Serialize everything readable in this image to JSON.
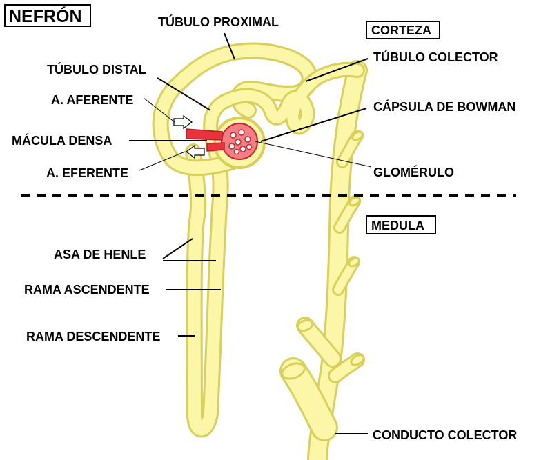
{
  "title": "NEFRÓN",
  "zones": {
    "cortex": "CORTEZA",
    "medulla": "MEDULA"
  },
  "labels": {
    "proximal_tubule": "TÚBULO PROXIMAL",
    "collecting_tubule": "TÚBULO COLECTOR",
    "distal_tubule": "TÚBULO DISTAL",
    "bowman_capsule": "CÁPSULA DE BOWMAN",
    "afferent": "A. AFERENTE",
    "macula_densa": "MÁCULA DENSA",
    "efferent": "A. EFERENTE",
    "glomerulus": "GLOMÉRULO",
    "loop_of_henle": "ASA DE HENLE",
    "ascending_limb": "RAMA ASCENDENTE",
    "descending_limb": "RAMA DESCENDENTE",
    "collecting_duct": "CONDUCTO COLECTOR"
  },
  "colors": {
    "tubule_fill": "#fbf6a8",
    "tubule_outline": "#d8d05a",
    "vessel_red": "#e8323c",
    "glomerulus_pink": "#f07f86"
  }
}
